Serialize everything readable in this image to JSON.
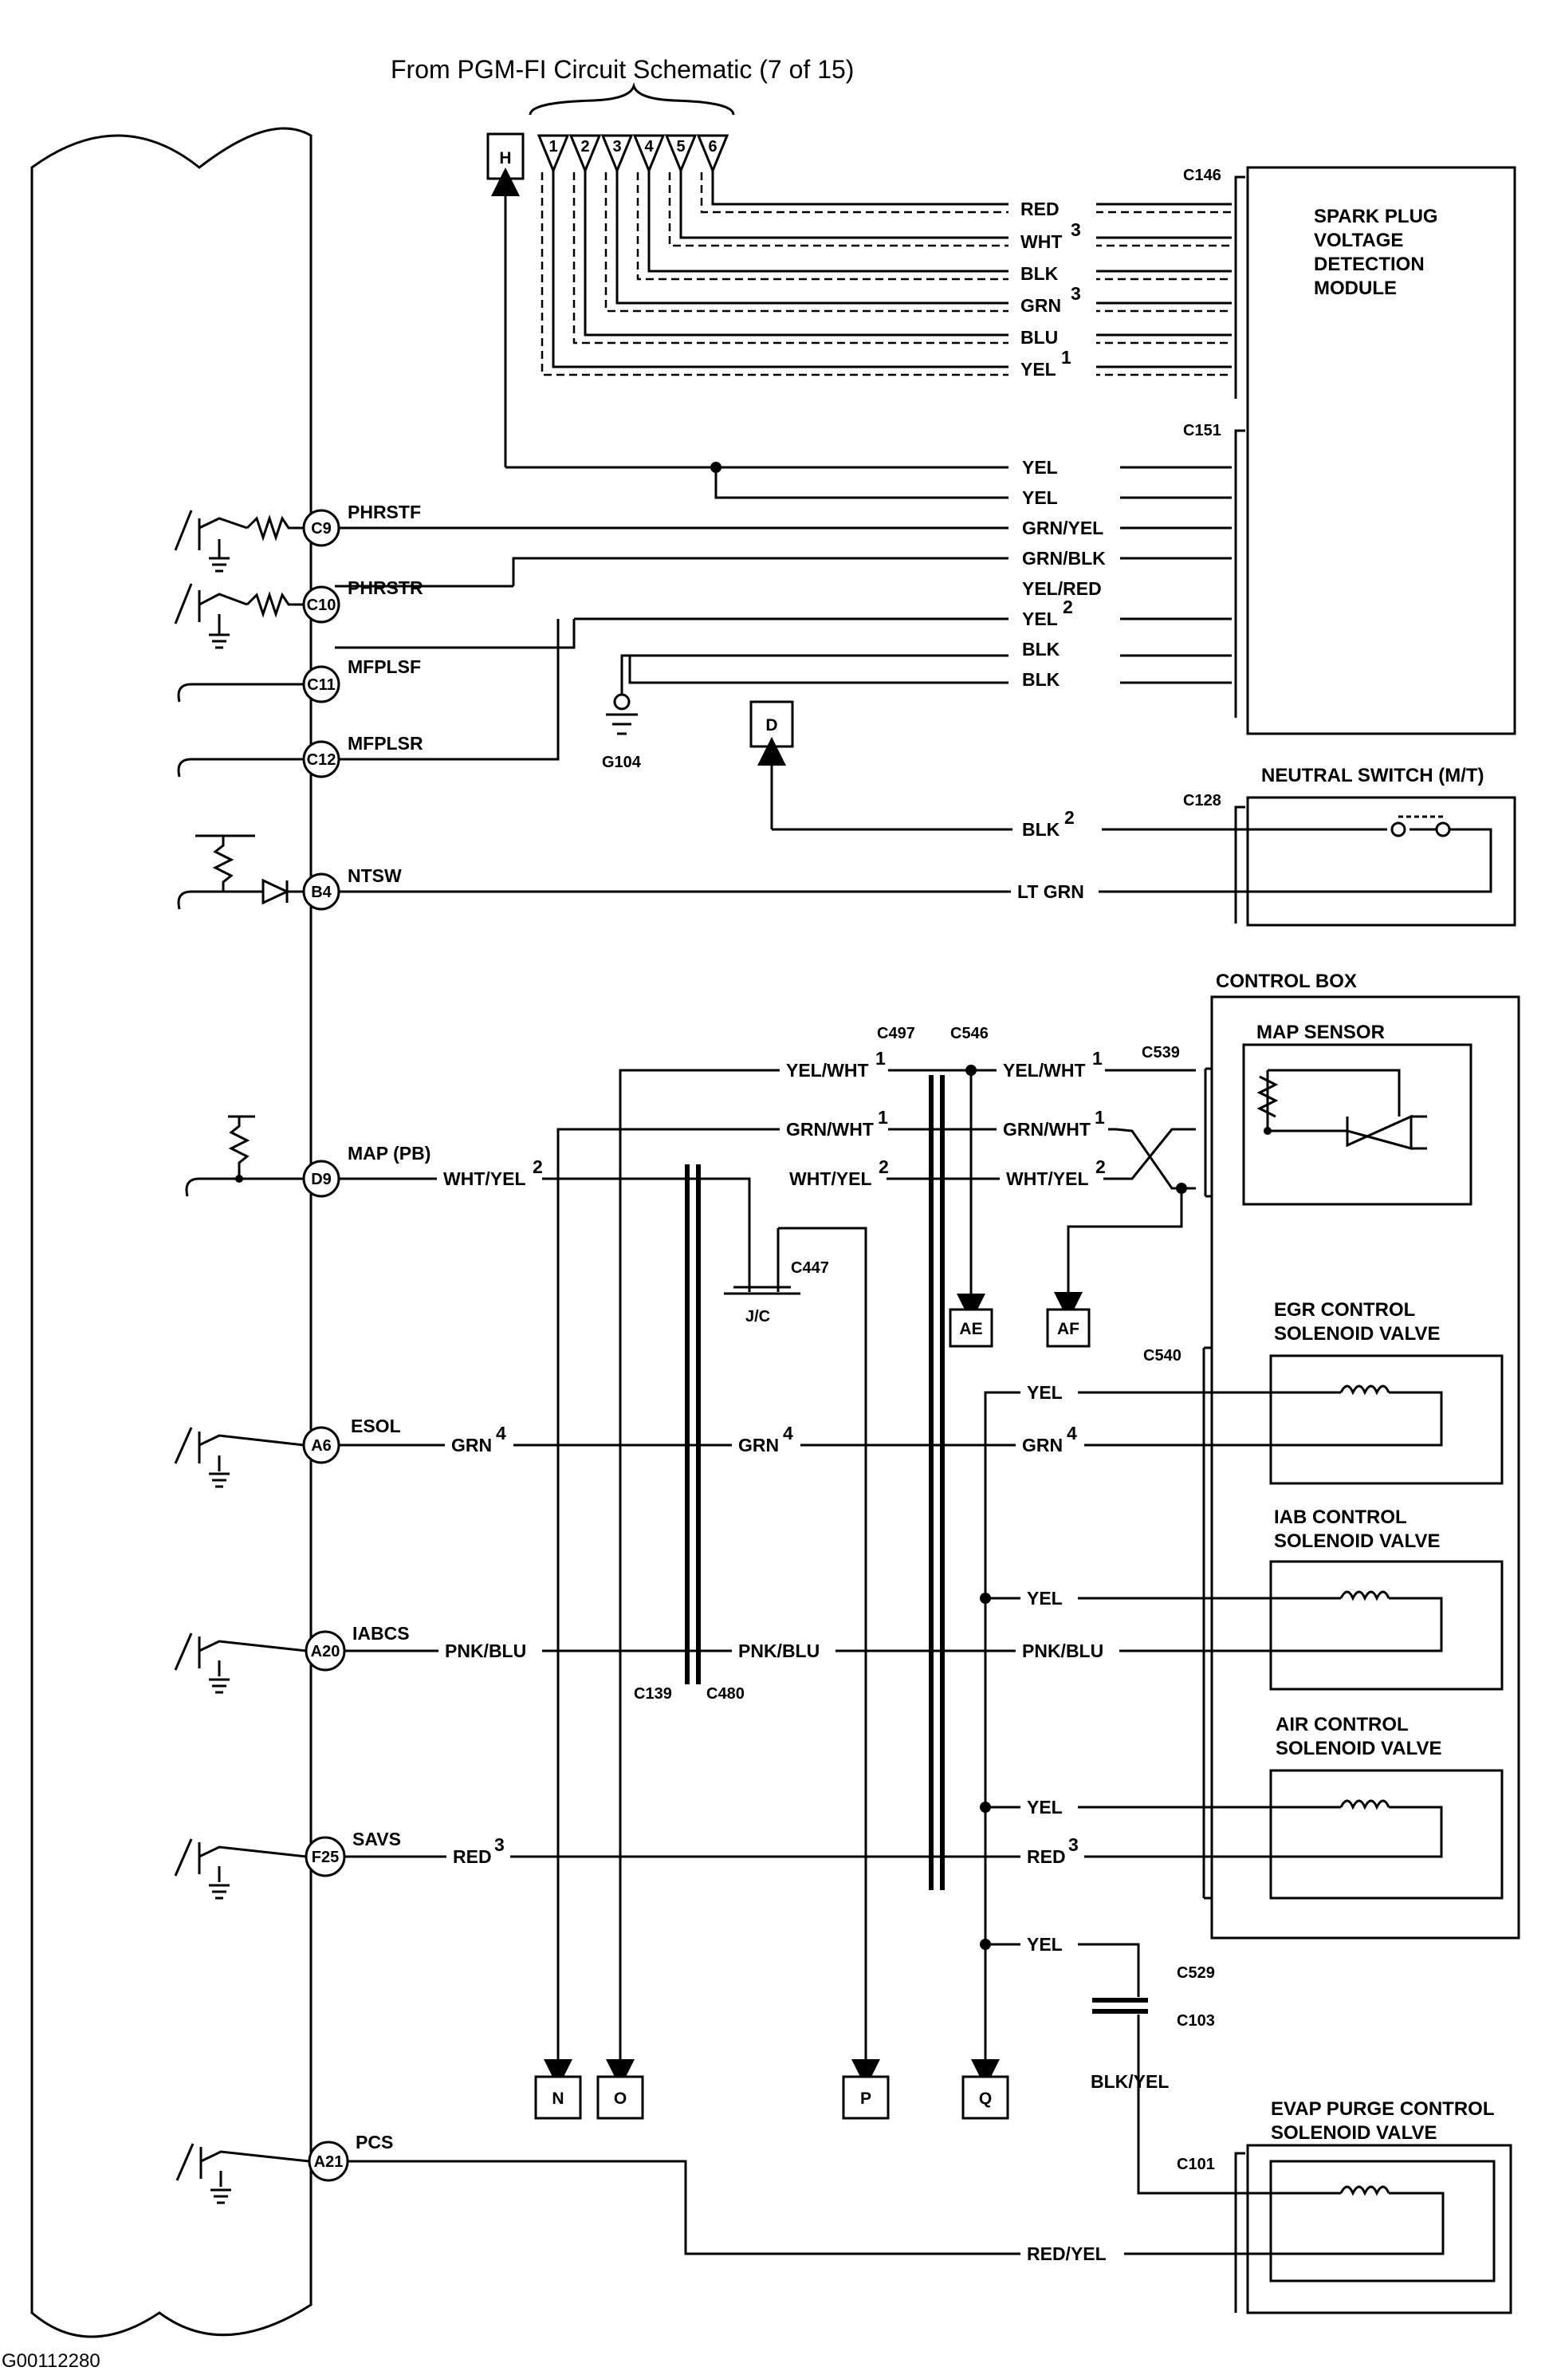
{
  "title": "From PGM-FI Circuit Schematic (7 of 15)",
  "footer_code": "G00112280",
  "pgmfi_pins": [
    "1",
    "2",
    "3",
    "4",
    "5",
    "6"
  ],
  "ecm_pins": {
    "c9": {
      "pin": "C9",
      "name": "PHRSTF"
    },
    "c10": {
      "pin": "C10",
      "name": "PHRSTR"
    },
    "c11": {
      "pin": "C11",
      "name": "MFPLSF"
    },
    "c12": {
      "pin": "C12",
      "name": "MFPLSR"
    },
    "b4": {
      "pin": "B4",
      "name": "NTSW"
    },
    "d9": {
      "pin": "D9",
      "name": "MAP (PB)"
    },
    "a6": {
      "pin": "A6",
      "name": "ESOL"
    },
    "a20": {
      "pin": "A20",
      "name": "IABCS"
    },
    "f25": {
      "pin": "F25",
      "name": "SAVS"
    },
    "a21": {
      "pin": "A21",
      "name": "PCS"
    }
  },
  "modules": {
    "spark_plug": [
      "SPARK PLUG",
      "VOLTAGE",
      "DETECTION",
      "MODULE"
    ],
    "neutral_switch": "NEUTRAL SWITCH (M/T)",
    "control_box": "CONTROL BOX",
    "map_sensor": "MAP SENSOR",
    "egr": [
      "EGR CONTROL",
      "SOLENOID VALVE"
    ],
    "iab": [
      "IAB CONTROL",
      "SOLENOID VALVE"
    ],
    "air": [
      "AIR CONTROL",
      "SOLENOID VALVE"
    ],
    "evap": [
      "EVAP PURGE CONTROL",
      "SOLENOID VALVE"
    ]
  },
  "connectors": {
    "c146": "C146",
    "c151": "C151",
    "c128": "C128",
    "c497": "C497",
    "c546": "C546",
    "c539": "C539",
    "c447": "C447",
    "jc": "J/C",
    "c540": "C540",
    "c139": "C139",
    "c480": "C480",
    "c529": "C529",
    "c103": "C103",
    "c101": "C101",
    "g104": "G104"
  },
  "wires": {
    "c146": [
      {
        "color": "RED",
        "sup": ""
      },
      {
        "color": "WHT",
        "sup": "3"
      },
      {
        "color": "BLK",
        "sup": ""
      },
      {
        "color": "GRN",
        "sup": "3"
      },
      {
        "color": "BLU",
        "sup": ""
      },
      {
        "color": "YEL",
        "sup": "1"
      }
    ],
    "c151": [
      {
        "color": "YEL",
        "sup": ""
      },
      {
        "color": "YEL",
        "sup": ""
      },
      {
        "color": "GRN/YEL",
        "sup": ""
      },
      {
        "color": "GRN/BLK",
        "sup": ""
      },
      {
        "color": "YEL/RED",
        "sup": ""
      },
      {
        "color": "YEL",
        "sup": "2"
      },
      {
        "color": "BLK",
        "sup": ""
      },
      {
        "color": "BLK",
        "sup": ""
      }
    ],
    "neutral_blk": {
      "color": "BLK",
      "sup": "2"
    },
    "neutral_ltgrn": "LT GRN",
    "yelwht_left": {
      "color": "YEL/WHT",
      "sup": "1"
    },
    "yelwht_right": {
      "color": "YEL/WHT",
      "sup": "1"
    },
    "grnwht_left": {
      "color": "GRN/WHT",
      "sup": "1"
    },
    "grnwht_right": {
      "color": "GRN/WHT",
      "sup": "1"
    },
    "whtyel_ecm": {
      "color": "WHT/YEL",
      "sup": "2"
    },
    "whtyel_mid": {
      "color": "WHT/YEL",
      "sup": "2"
    },
    "whtyel_right": {
      "color": "WHT/YEL",
      "sup": "2"
    },
    "egr_yel": "YEL",
    "grn_ecm": {
      "color": "GRN",
      "sup": "4"
    },
    "grn_mid": {
      "color": "GRN",
      "sup": "4"
    },
    "grn_right": {
      "color": "GRN",
      "sup": "4"
    },
    "iab_yel": "YEL",
    "pnkblu_ecm": "PNK/BLU",
    "pnkblu_mid": "PNK/BLU",
    "pnkblu_right": "PNK/BLU",
    "air_yel": "YEL",
    "red_ecm": {
      "color": "RED",
      "sup": "3"
    },
    "red_right": {
      "color": "RED",
      "sup": "3"
    },
    "evap_yel": "YEL",
    "blkyel": "BLK/YEL",
    "redyel": "RED/YEL"
  },
  "refs": {
    "h": "H",
    "d": "D",
    "ae": "AE",
    "af": "AF",
    "n": "N",
    "o": "O",
    "p": "P",
    "q": "Q"
  }
}
